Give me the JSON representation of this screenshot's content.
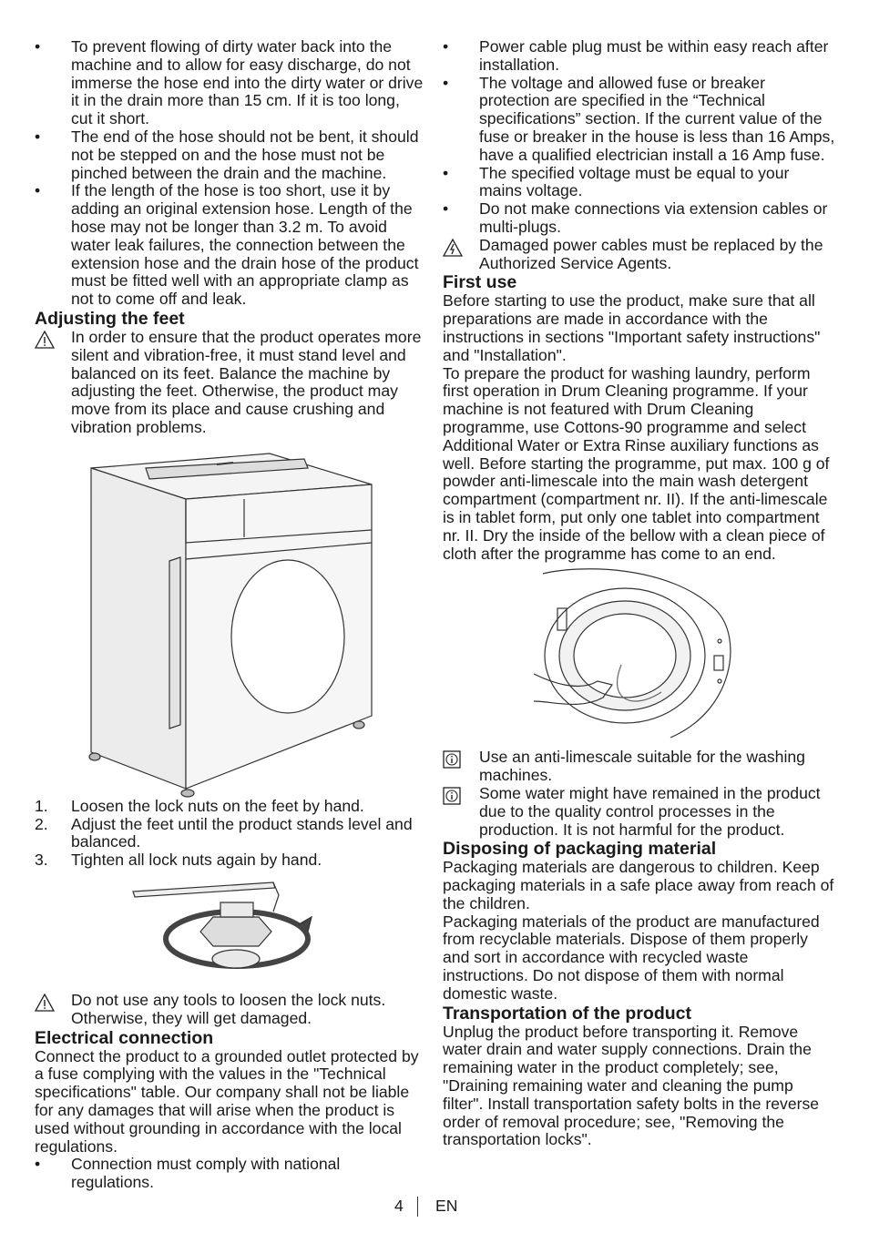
{
  "left": {
    "hose_bullets": [
      "To prevent flowing of dirty water back into the machine and to allow for easy discharge, do not immerse the hose end into the dirty water or drive it in the drain more than 15 cm. If it is too long, cut it short.",
      "The end of the hose should not be bent, it should not be stepped on and the hose must not be pinched between the drain and the machine.",
      "If the length of the hose is too short, use it by adding an original extension hose. Length of the hose may not be longer than 3.2 m. To avoid water leak failures, the connection between the extension hose and the drain hose of the product must be fitted well with an appropriate clamp as not to come off and leak."
    ],
    "feet_heading": "Adjusting the feet",
    "feet_warning": "In order to ensure that the product operates more silent and vibration-free, it must stand level and balanced on its feet.  Balance the machine by adjusting the feet. Otherwise, the product may move from its place and cause crushing and vibration problems.",
    "feet_steps": [
      {
        "n": "1.",
        "text": "Loosen the lock nuts on the feet by hand."
      },
      {
        "n": "2.",
        "text": "Adjust the feet until the product stands level and balanced."
      },
      {
        "n": "3.",
        "text": "Tighten all lock nuts again by hand."
      }
    ],
    "tools_warning": "Do not use any tools to loosen the lock nuts. Otherwise, they will get damaged.",
    "elec_heading": "Electrical connection",
    "elec_text": "Connect the product to a grounded outlet protected by a fuse complying with the values in the \"Technical specifications\" table. Our company shall not be liable for any damages that will arise when the product is used without grounding in accordance with the local regulations.",
    "elec_bullet": "Connection must comply with national regulations."
  },
  "right": {
    "power_bullets": [
      "Power cable plug must be within easy reach after installation.",
      "The voltage and allowed fuse or breaker protection are specified in the “Technical specifications” section. If the current value of the fuse or breaker in the house is less than 16 Amps, have a qualified electrician install a 16 Amp fuse.",
      "The specified voltage must be equal to your mains voltage.",
      "Do not make connections via extension cables or multi-plugs."
    ],
    "cable_warning": "Damaged power cables must be replaced by the Authorized Service Agents.",
    "first_heading": "First use",
    "first_text1": "Before starting to use the product, make sure that all preparations are made in accordance with the instructions in sections \"Important safety instructions\" and \"Installation\".",
    "first_text2": "To prepare the product for washing laundry, perform first operation in Drum Cleaning programme. If your machine is not featured with Drum Cleaning programme, use Cottons-90 programme and select Additional Water or Extra Rinse auxiliary functions as well. Before starting the programme, put max. 100 g of powder anti-limescale into the main wash detergent compartment (compartment nr. II). If the anti-limescale is in tablet form, put only one tablet into compartment nr. II. Dry the inside of the bellow with a clean piece of cloth after the programme has come to an end.",
    "info1": "Use an anti-limescale suitable for the washing machines.",
    "info2": "Some water might have remained in the product due to the quality control processes in the production. It is not harmful for the product.",
    "pack_heading": "Disposing of packaging material",
    "pack_text1": "Packaging materials are dangerous to children. Keep packaging materials in a safe place away from reach of the children.",
    "pack_text2": "Packaging materials of the product are manufactured from recyclable materials. Dispose of them properly and sort in accordance with recycled waste instructions. Do not dispose of them with normal domestic waste.",
    "trans_heading": "Transportation of the product",
    "trans_text": "Unplug the product before transporting it. Remove water drain and water supply connections. Drain the remaining water in the product completely; see, \"Draining remaining water and cleaning the pump filter\". Install transportation safety bolts in the reverse order of removal procedure; see, \"Removing the transportation locks\"."
  },
  "footer": {
    "page": "4",
    "lang": "EN"
  },
  "icons": {
    "warning": "warning-triangle-icon",
    "lightning": "electric-warning-icon",
    "info": "info-icon"
  }
}
